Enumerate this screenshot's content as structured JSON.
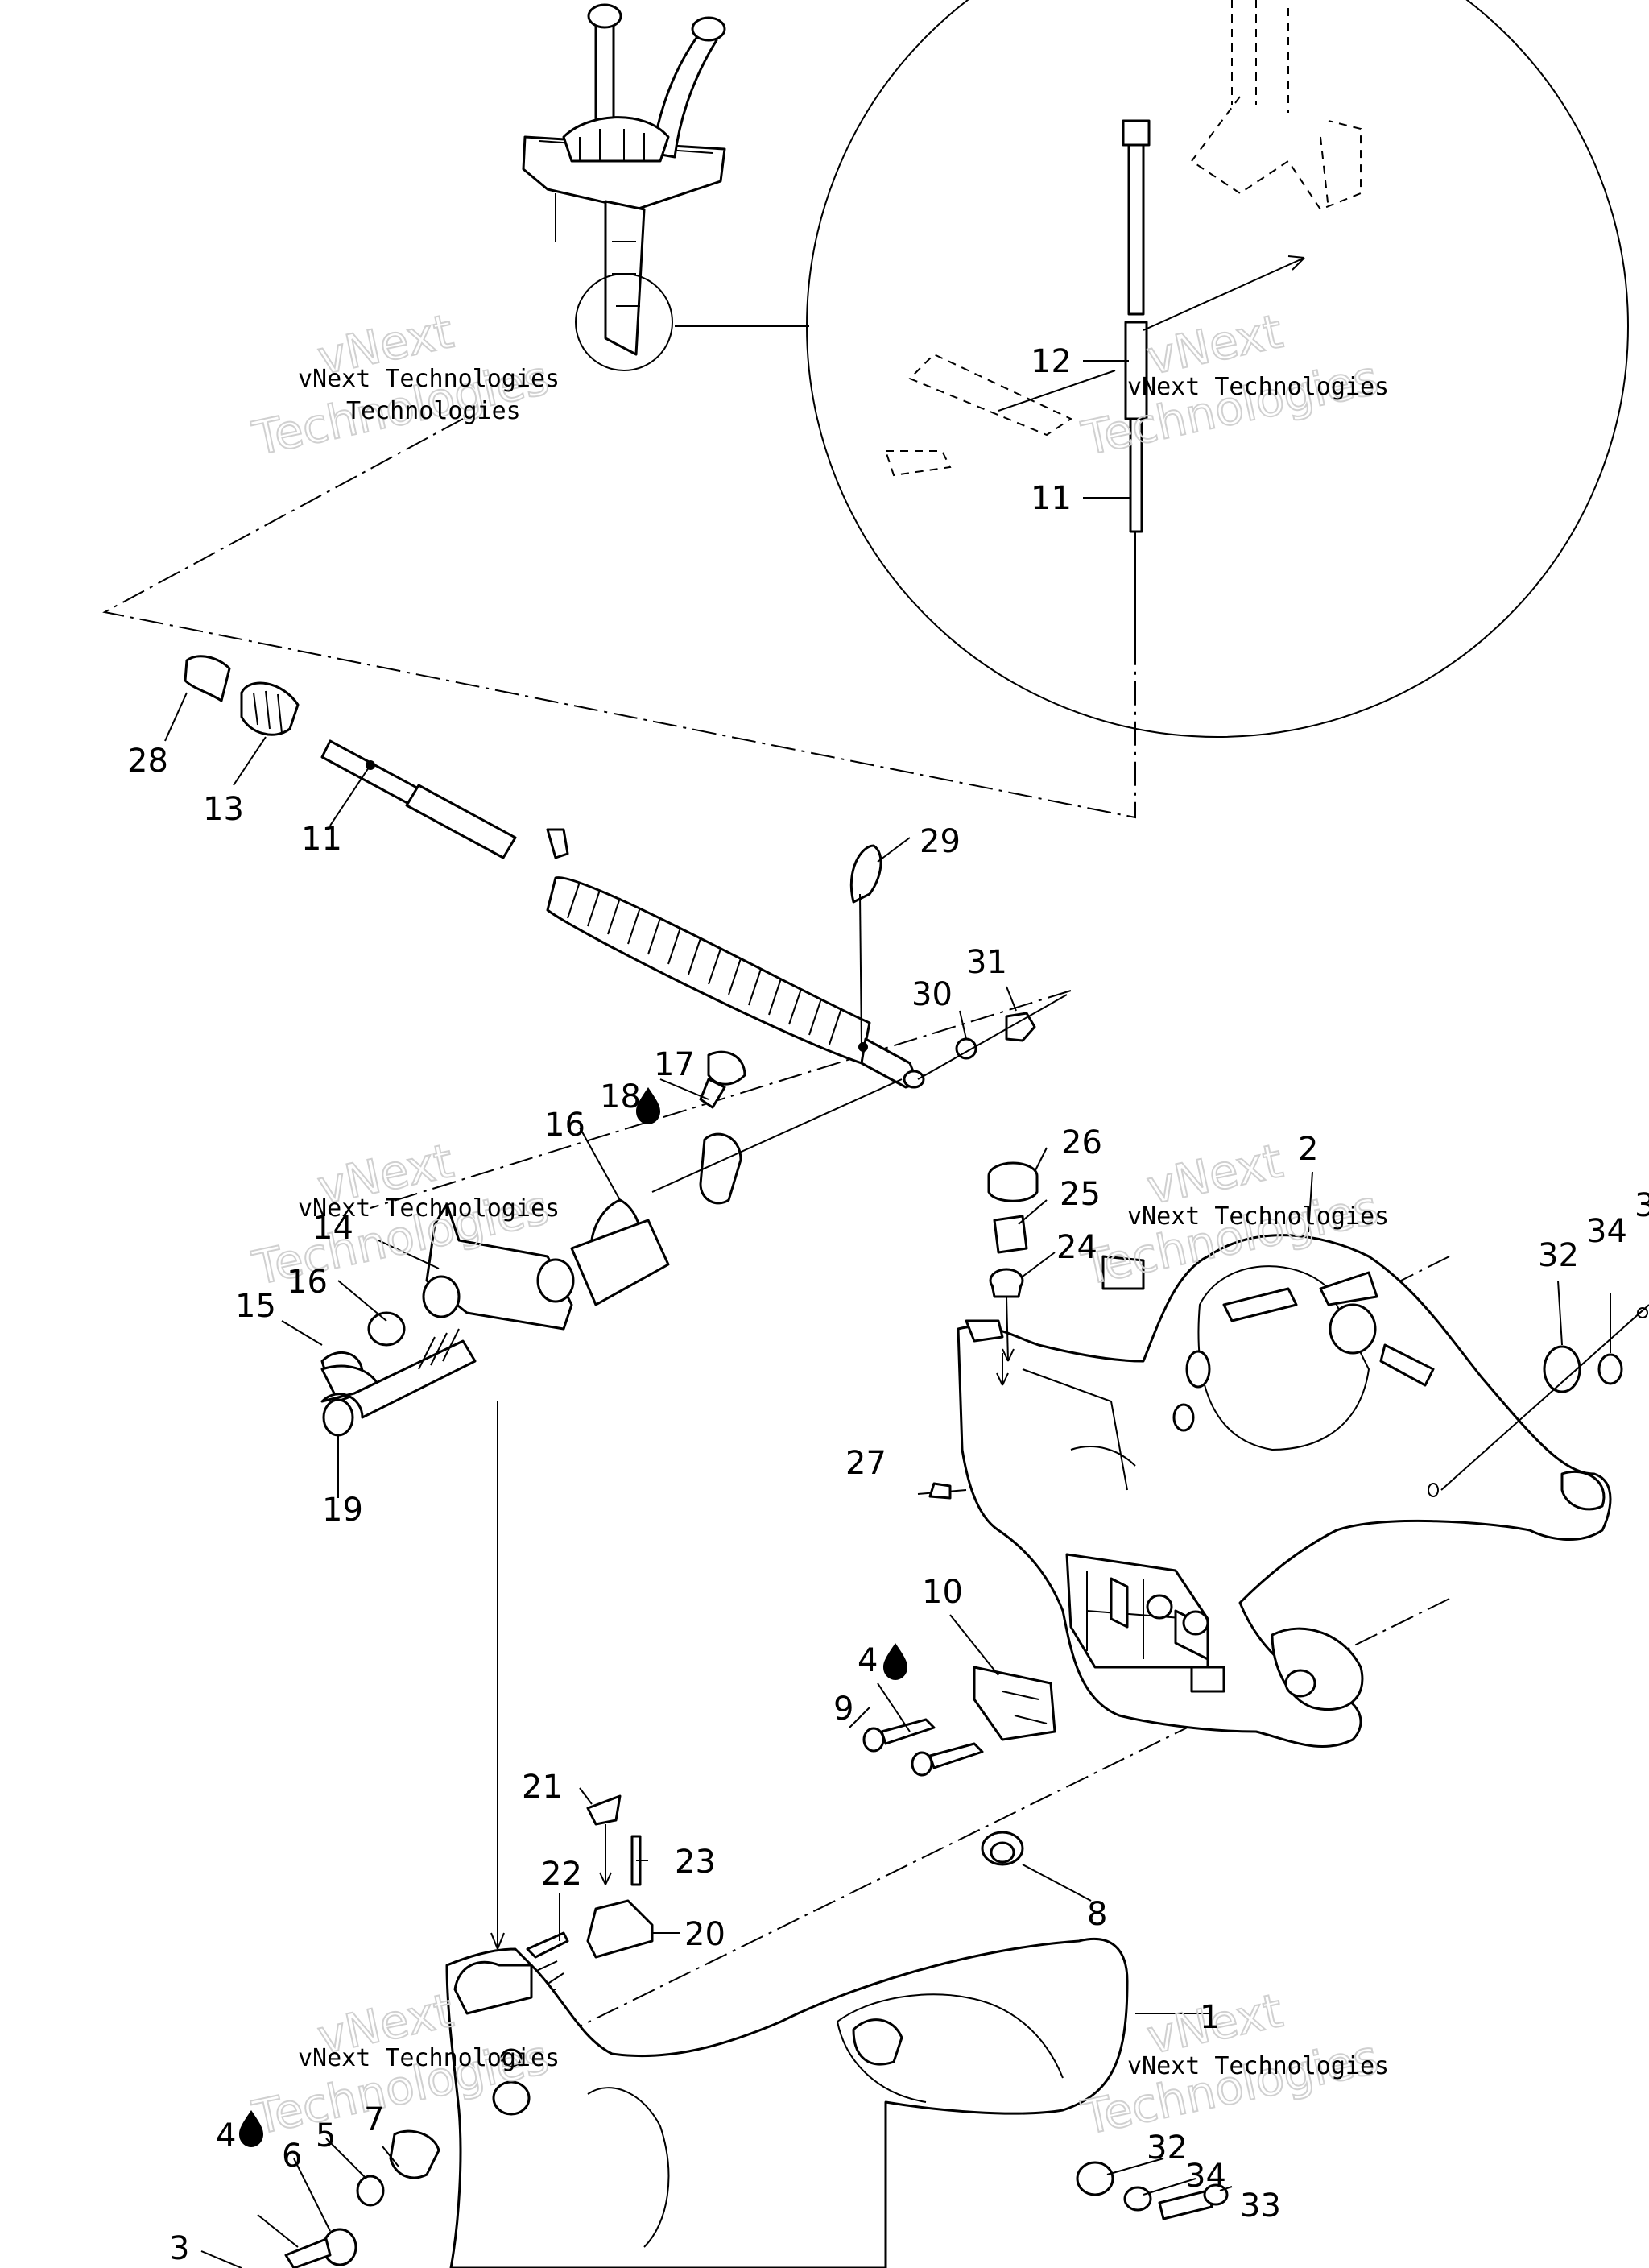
{
  "watermark": {
    "line1": "vNext Technologies",
    "line2a": "vNext",
    "line2b": "Technologies"
  },
  "callouts": {
    "c1": "1",
    "c2": "2",
    "c3": "3",
    "c4a": "4",
    "c4b": "4",
    "c5": "5",
    "c6": "6",
    "c7": "7",
    "c8": "8",
    "c9": "9",
    "c10": "10",
    "c11a": "11",
    "c11b": "11",
    "c12": "12",
    "c13": "13",
    "c14": "14",
    "c15": "15",
    "c16a": "16",
    "c16b": "16",
    "c17": "17",
    "c18": "18",
    "c19": "19",
    "c20": "20",
    "c21": "21",
    "c22": "22",
    "c23": "23",
    "c24": "24",
    "c25": "25",
    "c26": "26",
    "c27": "27",
    "c28": "28",
    "c29": "29",
    "c30": "30",
    "c31": "31",
    "c32a": "32",
    "c32b": "32",
    "c33": "33",
    "c34a": "34",
    "c34b": "34",
    "c3b": "3"
  },
  "icons": {
    "fluid": "fluid-drop-icon"
  }
}
